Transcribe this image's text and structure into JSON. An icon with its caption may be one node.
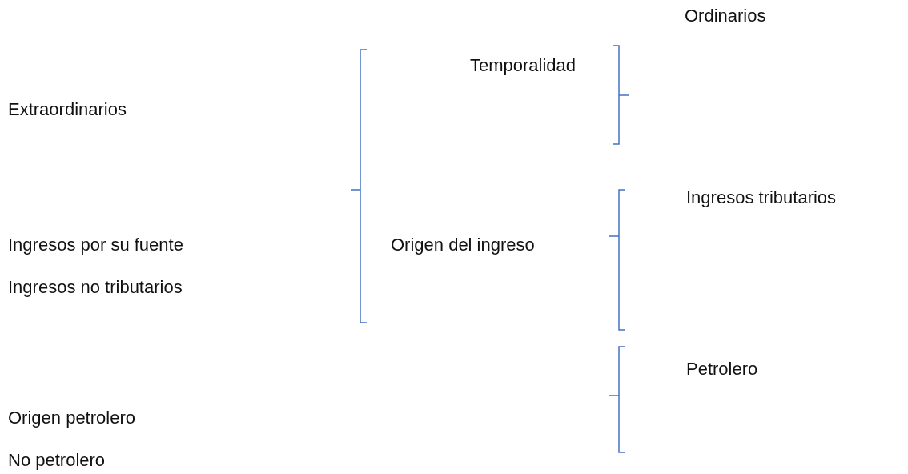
{
  "diagram": {
    "labels": [
      "Ordinarios",
      "Temporalidad",
      "Extraordinarios",
      "Ingresos tributarios",
      "Ingresos por su fuente",
      "Origen del ingreso",
      "Ingresos no tributarios",
      "Petrolero",
      "Origen petrolero",
      "No petrolero"
    ]
  }
}
